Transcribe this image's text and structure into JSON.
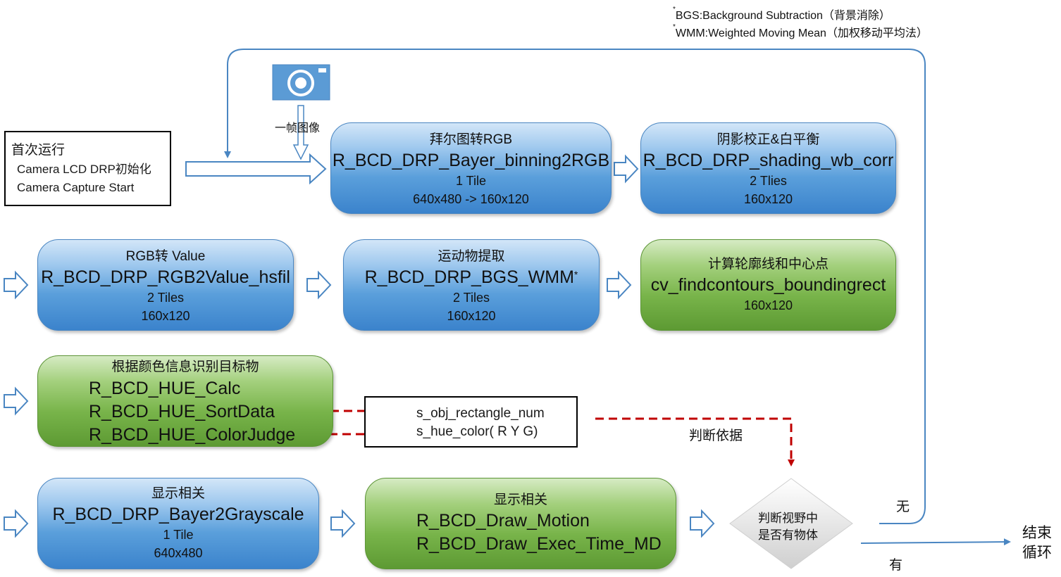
{
  "notes": {
    "bgs": "BGS:Background Subtraction（背景消除）",
    "wmm": "WMM:Weighted Moving Mean（加权移动平均法）"
  },
  "start": {
    "title": "首次运行",
    "line1": "Camera LCD DRP初始化",
    "line2": "Camera Capture Start"
  },
  "camera": {
    "icon": "camera-icon",
    "label": "一帧图像"
  },
  "bayer": {
    "caption": "拜尔图转RGB",
    "fn": "R_BCD_DRP_Bayer_binning2RGB",
    "tiles": "1 Tile",
    "size": "640x480 -> 160x120"
  },
  "shading": {
    "caption": "阴影校正&白平衡",
    "fn": "R_BCD_DRP_shading_wb_corr",
    "tiles": "2 Tlies",
    "size": "160x120"
  },
  "rgb2value": {
    "caption": "RGB转 Value",
    "fn": "R_BCD_DRP_RGB2Value_hsfil",
    "tiles": "2 Tiles",
    "size": "160x120"
  },
  "bgs": {
    "caption": "运动物提取",
    "fn": "R_BCD_DRP_BGS_WMM",
    "mark": "*",
    "tiles": "2 Tiles",
    "size": "160x120"
  },
  "contours": {
    "caption": "计算轮廓线和中心点",
    "fn": "cv_findcontours_boundingrect",
    "size": "160x120"
  },
  "hue": {
    "caption": "根据颜色信息识别目标物",
    "fn1": "R_BCD_HUE_Calc",
    "fn2": "R_BCD_HUE_SortData",
    "fn3": "R_BCD_HUE_ColorJudge"
  },
  "outputs": {
    "line1": "s_obj_rectangle_num",
    "line2": "s_hue_color( R Y G)"
  },
  "basis_label": "判断依据",
  "gray": {
    "caption": "显示相关",
    "fn": "R_BCD_DRP_Bayer2Grayscale",
    "tiles": "1 Tile",
    "size": "640x480"
  },
  "draw": {
    "caption": "显示相关",
    "fn1": "R_BCD_Draw_Motion",
    "fn2": "R_BCD_Draw_Exec_Time_MD"
  },
  "decision": {
    "line1": "判断视野中",
    "line2": "是否有物体",
    "no": "无",
    "yes": "有"
  },
  "end": {
    "line1": "结束",
    "line2": "循环"
  },
  "colors": {
    "blue": "#3b83cc",
    "green": "#5d9a33",
    "dashed_red": "#c00000",
    "wire_blue": "#4a86c2"
  }
}
